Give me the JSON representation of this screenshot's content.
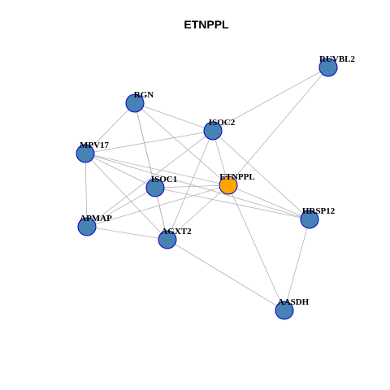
{
  "title": "ETNPPL",
  "colors": {
    "node_default": "#4682B4",
    "node_highlight": "#FFA500",
    "node_border": "#0000CD",
    "edge": "#B3B3B3"
  },
  "nodes": [
    {
      "id": "RUVBL2",
      "label": "RUVBL2",
      "highlight": false
    },
    {
      "id": "RGN",
      "label": "RGN",
      "highlight": false
    },
    {
      "id": "ISOC2",
      "label": "ISOC2",
      "highlight": false
    },
    {
      "id": "MPV17",
      "label": "MPV17",
      "highlight": false
    },
    {
      "id": "ISOC1",
      "label": "ISOC1",
      "highlight": false
    },
    {
      "id": "ETNPPL",
      "label": "ETNPPL",
      "highlight": true
    },
    {
      "id": "HRSP12",
      "label": "HRSP12",
      "highlight": false
    },
    {
      "id": "APMAP",
      "label": "APMAP",
      "highlight": false
    },
    {
      "id": "AGXT2",
      "label": "AGXT2",
      "highlight": false
    },
    {
      "id": "AASDH",
      "label": "AASDH",
      "highlight": false
    }
  ],
  "edges": [
    [
      "RUVBL2",
      "ISOC2"
    ],
    [
      "RUVBL2",
      "ETNPPL"
    ],
    [
      "RGN",
      "ISOC2"
    ],
    [
      "RGN",
      "MPV17"
    ],
    [
      "RGN",
      "ISOC1"
    ],
    [
      "RGN",
      "ETNPPL"
    ],
    [
      "RGN",
      "AGXT2"
    ],
    [
      "ISOC2",
      "MPV17"
    ],
    [
      "ISOC2",
      "APMAP"
    ],
    [
      "ISOC2",
      "AGXT2"
    ],
    [
      "ISOC2",
      "ETNPPL"
    ],
    [
      "ISOC2",
      "HRSP12"
    ],
    [
      "MPV17",
      "ISOC1"
    ],
    [
      "MPV17",
      "ETNPPL"
    ],
    [
      "MPV17",
      "APMAP"
    ],
    [
      "MPV17",
      "AGXT2"
    ],
    [
      "MPV17",
      "HRSP12"
    ],
    [
      "ISOC1",
      "ETNPPL"
    ],
    [
      "ISOC1",
      "APMAP"
    ],
    [
      "ISOC1",
      "AGXT2"
    ],
    [
      "ISOC1",
      "HRSP12"
    ],
    [
      "ETNPPL",
      "APMAP"
    ],
    [
      "ETNPPL",
      "AGXT2"
    ],
    [
      "ETNPPL",
      "HRSP12"
    ],
    [
      "ETNPPL",
      "AASDH"
    ],
    [
      "APMAP",
      "AGXT2"
    ],
    [
      "AGXT2",
      "AASDH"
    ],
    [
      "HRSP12",
      "AASDH"
    ]
  ]
}
